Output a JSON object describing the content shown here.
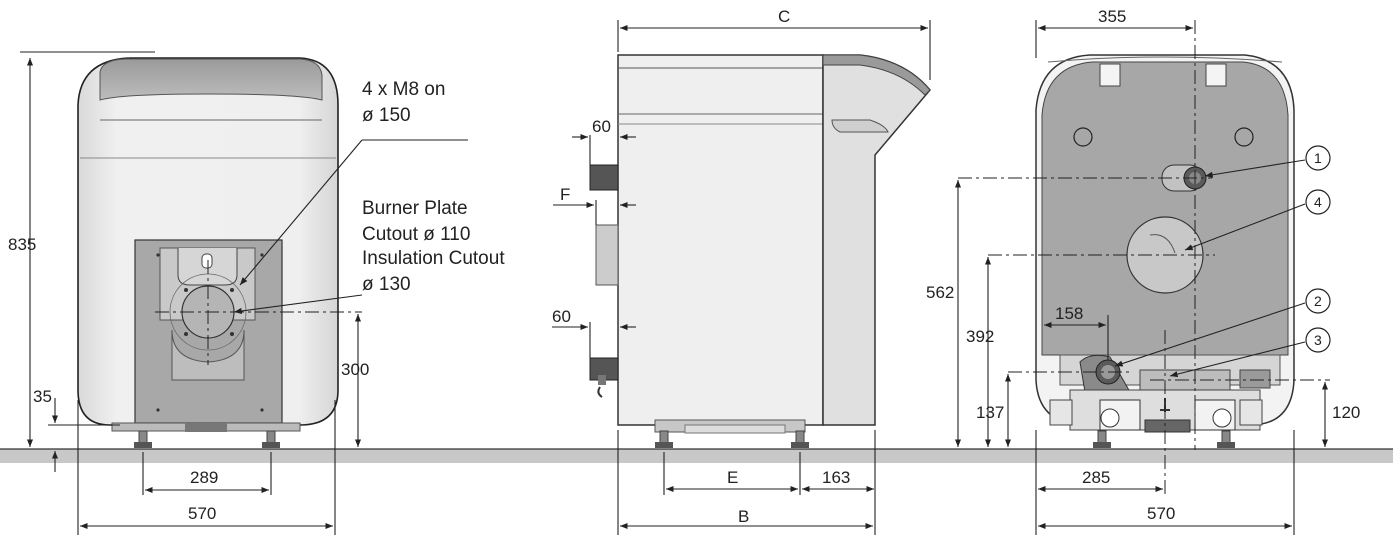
{
  "front_view": {
    "height_total": "835",
    "feet_height": "35",
    "burner_height": "300",
    "feet_spacing": "289",
    "width": "570",
    "bolt_label_line1": "4 x M8 on",
    "bolt_label_line2": "ø 150",
    "burner_label_line1": "Burner Plate",
    "burner_label_line2": "Cutout ø 110",
    "burner_label_line3": "Insulation Cutout",
    "burner_label_line4": "ø 130"
  },
  "side_view": {
    "depth_top": "C",
    "offset_top": "60",
    "offset_flue": "F",
    "offset_lower": "60",
    "feet_spacing": "E",
    "front_offset": "163",
    "depth_bottom": "B"
  },
  "rear_view": {
    "top_offset": "355",
    "height_flow": "562",
    "height_flue": "392",
    "offset_left": "158",
    "height_return": "137",
    "height_drain": "120",
    "offset_bottom": "285",
    "width": "570",
    "callouts": [
      "1",
      "4",
      "2",
      "3"
    ]
  },
  "colors": {
    "body_light": "#e6e6e6",
    "panel_mid": "#a6a6a6",
    "panel_dark": "#6f6f6f",
    "floor": "#c8c8c8",
    "line": "#222222"
  }
}
